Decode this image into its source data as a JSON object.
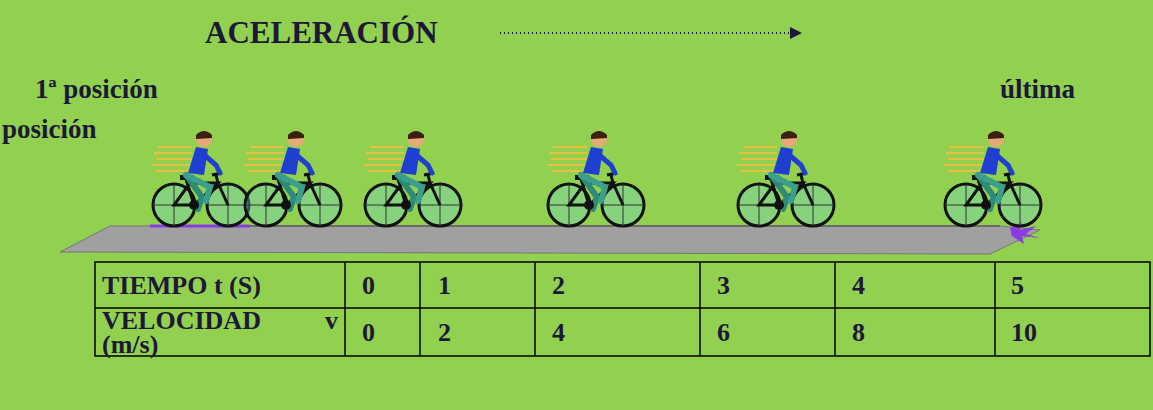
{
  "diagram": {
    "title": "ACELERACIÓN",
    "labels": [
      "1ª posición",
      "última",
      "posición",
      "TIEMPO t (S)",
      "0",
      "1",
      "2",
      "3",
      "4",
      "5",
      "VELOCIDAD v (m/s)",
      "0",
      "2",
      "4",
      "6",
      "8",
      "10"
    ]
  }
}
